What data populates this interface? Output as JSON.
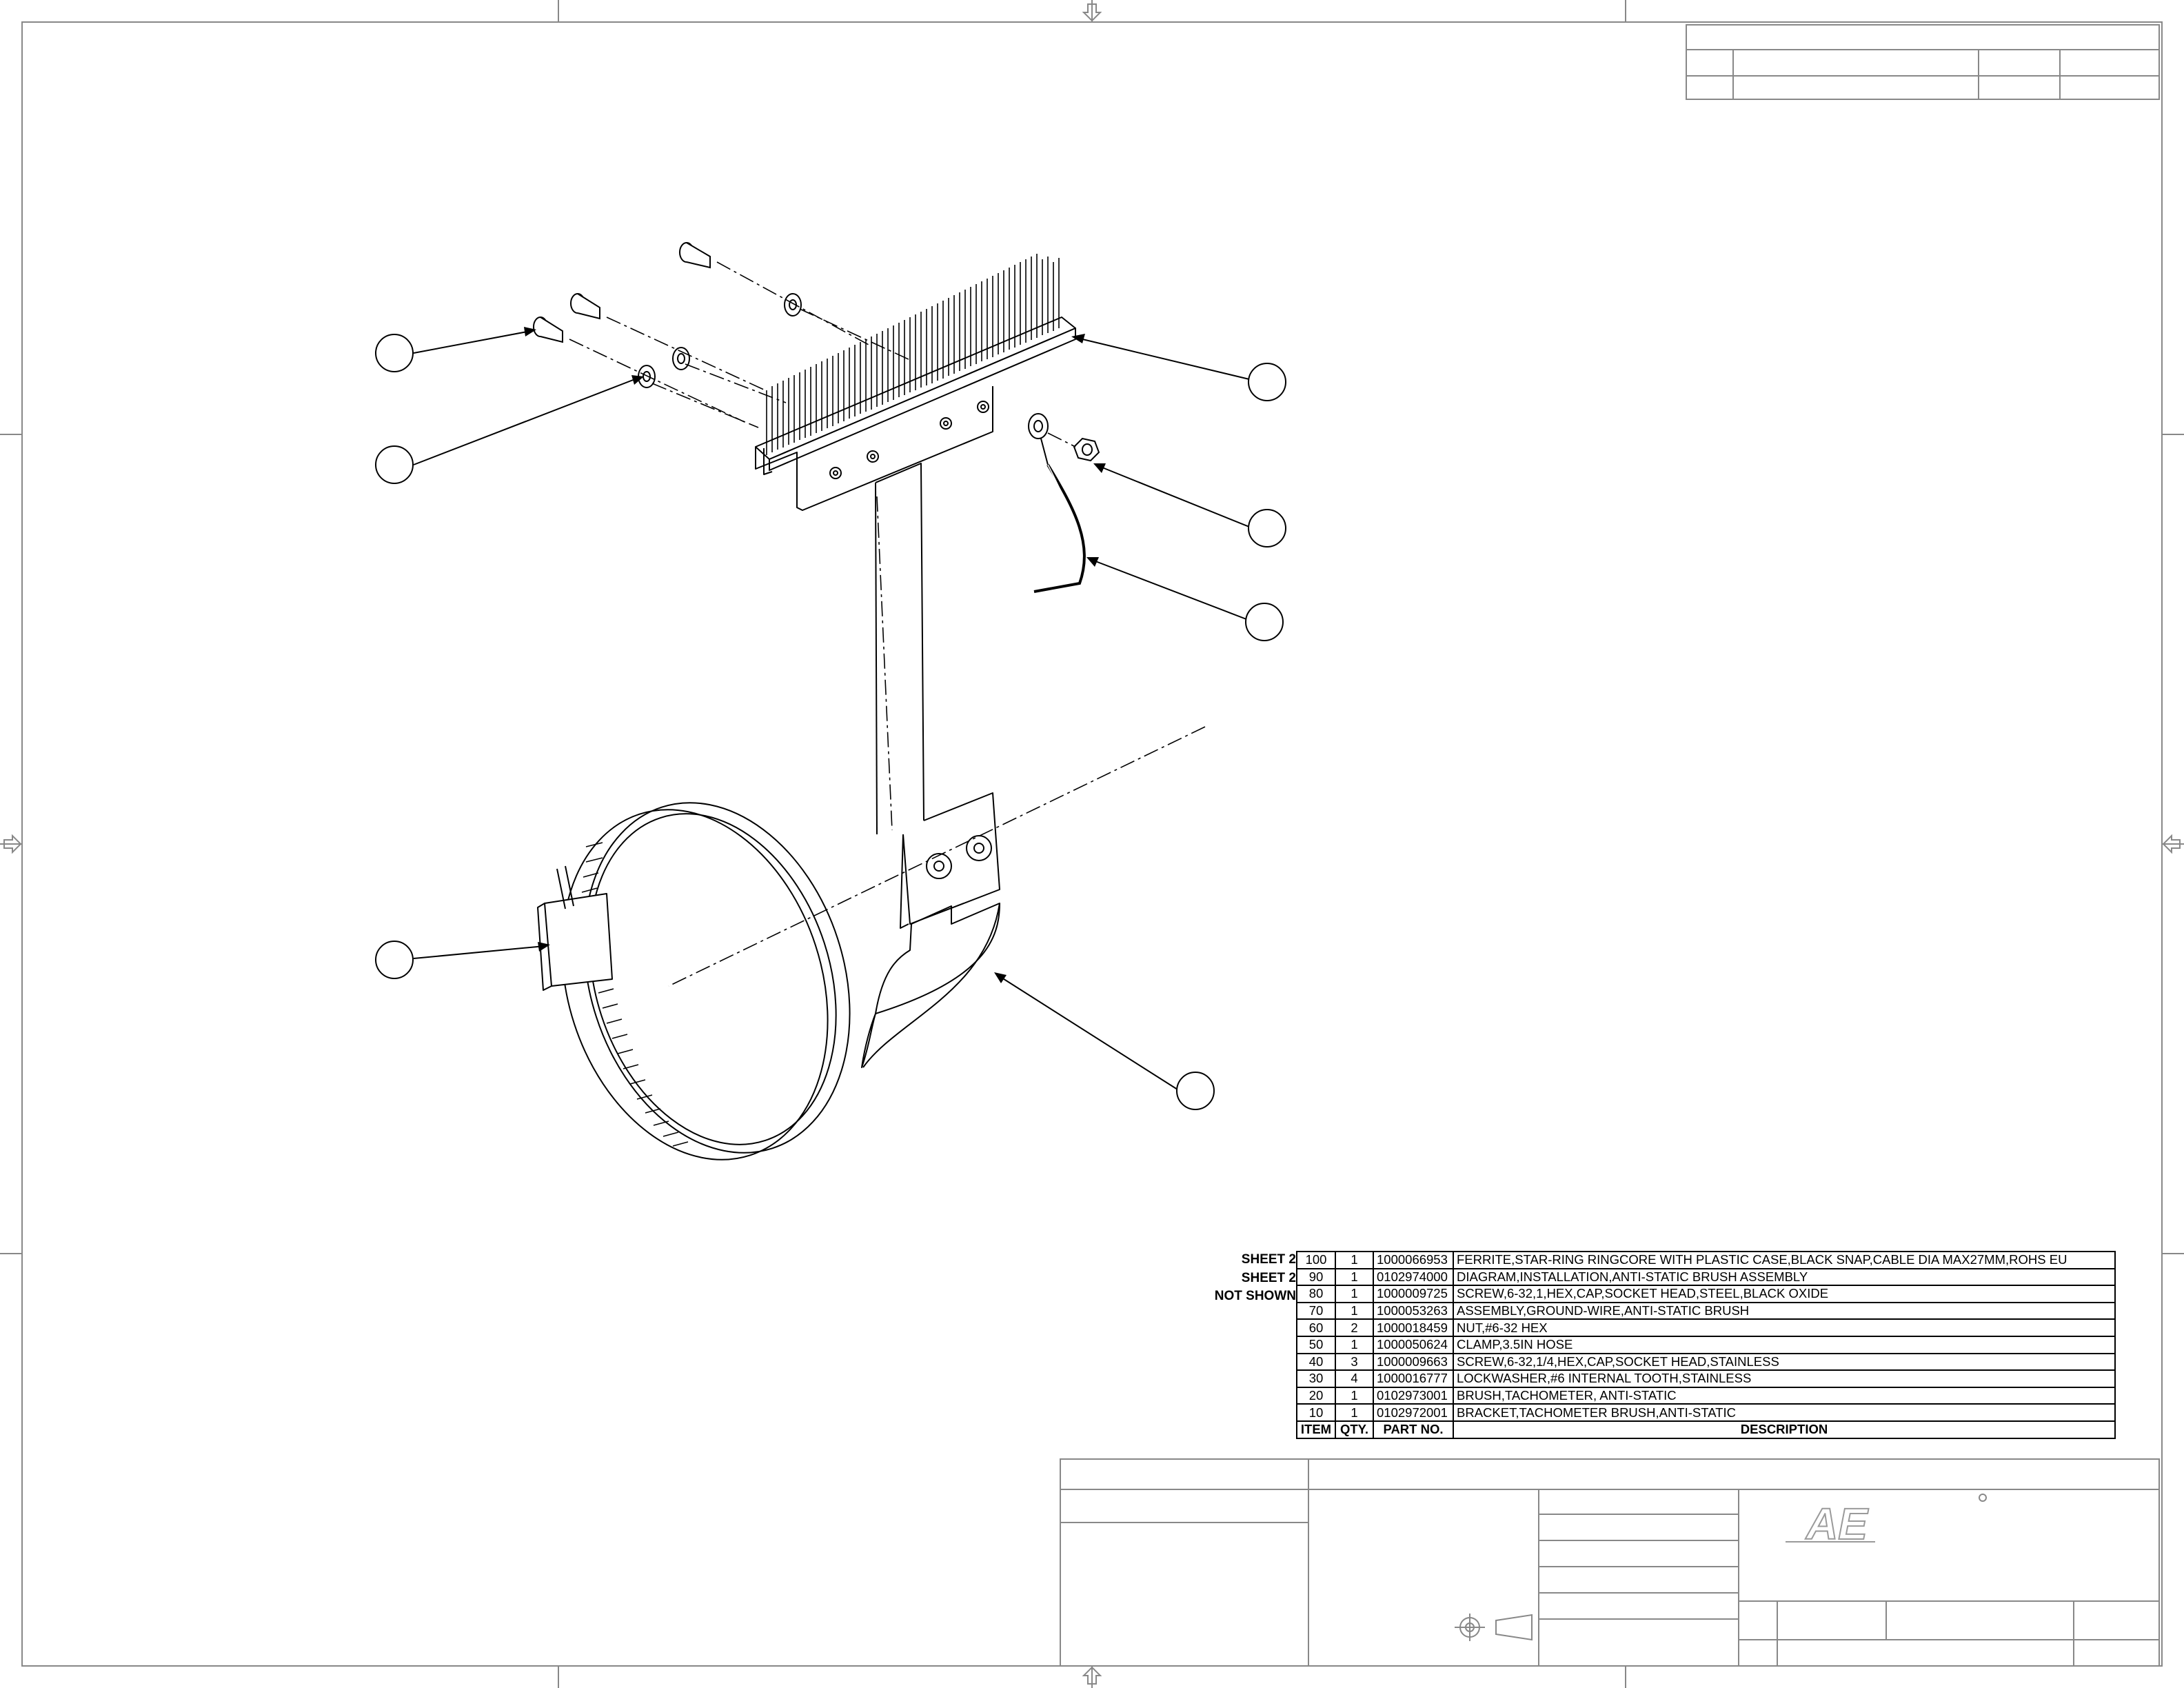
{
  "bom": {
    "headers": {
      "item": "ITEM",
      "qty": "QTY.",
      "part_no": "PART NO.",
      "description": "DESCRIPTION"
    },
    "rows": [
      {
        "note": "SHEET 2",
        "item": "100",
        "qty": "1",
        "part_no": "1000066953",
        "description": "FERRITE,STAR-RING RINGCORE WITH PLASTIC CASE,BLACK SNAP,CABLE DIA MAX27MM,ROHS EU"
      },
      {
        "note": "SHEET 2",
        "item": "90",
        "qty": "1",
        "part_no": "0102974000",
        "description": "DIAGRAM,INSTALLATION,ANTI-STATIC BRUSH ASSEMBLY"
      },
      {
        "note": "NOT SHOWN",
        "item": "80",
        "qty": "1",
        "part_no": "1000009725",
        "description": "SCREW,6-32,1,HEX,CAP,SOCKET HEAD,STEEL,BLACK OXIDE"
      },
      {
        "note": "",
        "item": "70",
        "qty": "1",
        "part_no": "1000053263",
        "description": "ASSEMBLY,GROUND-WIRE,ANTI-STATIC BRUSH"
      },
      {
        "note": "",
        "item": "60",
        "qty": "2",
        "part_no": "1000018459",
        "description": "NUT,#6-32 HEX"
      },
      {
        "note": "",
        "item": "50",
        "qty": "1",
        "part_no": "1000050624",
        "description": "CLAMP,3.5IN HOSE"
      },
      {
        "note": "",
        "item": "40",
        "qty": "3",
        "part_no": "1000009663",
        "description": "SCREW,6-32,1/4,HEX,CAP,SOCKET HEAD,STAINLESS"
      },
      {
        "note": "",
        "item": "30",
        "qty": "4",
        "part_no": "1000016777",
        "description": "LOCKWASHER,#6 INTERNAL TOOTH,STAINLESS"
      },
      {
        "note": "",
        "item": "20",
        "qty": "1",
        "part_no": "0102973001",
        "description": "BRUSH,TACHOMETER, ANTI-STATIC"
      },
      {
        "note": "",
        "item": "10",
        "qty": "1",
        "part_no": "0102972001",
        "description": "BRACKET,TACHOMETER BRUSH,ANTI-STATIC"
      }
    ]
  },
  "logo": {
    "text": "AE"
  },
  "colors": {
    "line": "#000000",
    "logo": "#9a9a9a",
    "frame": "#888888"
  }
}
